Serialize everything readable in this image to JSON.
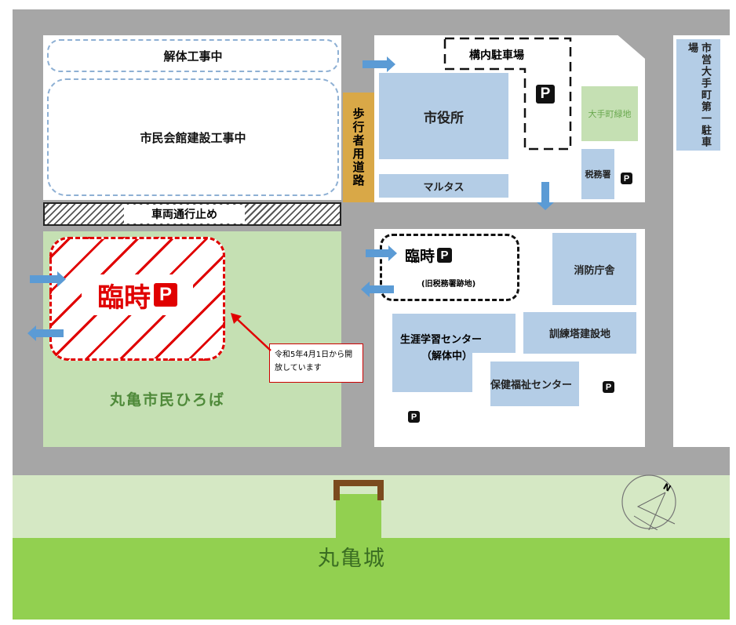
{
  "labels": {
    "demolition": "解体工事中",
    "hall_construction": "市民会館建設工事中",
    "no_vehicles": "車両通行止め",
    "temp_parking_main": "臨時",
    "p": "P",
    "notice": "令和5年4月1日から開放しています",
    "plaza": "丸亀市民ひろば",
    "pedestrian_road": "歩行者用道路",
    "city_hall": "市役所",
    "marutas": "マルタス",
    "premises_parking": "構内駐車場",
    "otemachi_green": "大手町緑地",
    "tax_office": "税務署",
    "municipal_parking": "市営大手町第一駐車場",
    "temp_parking_2": "臨時",
    "temp_parking_2_sub": "(旧税務署跡地)",
    "fire_dept": "消防庁舎",
    "lifelong_center": "生涯学習センター",
    "lifelong_status": "（解体中）",
    "training_tower": "訓練塔建設地",
    "health_center": "保健福祉センター",
    "castle": "丸亀城",
    "north": "N"
  },
  "colors": {
    "road": "#a6a6a6",
    "building": "#b4cde6",
    "plaza": "#c5e0b3",
    "castle_green": "#92d050",
    "temp_red": "#e00000"
  }
}
